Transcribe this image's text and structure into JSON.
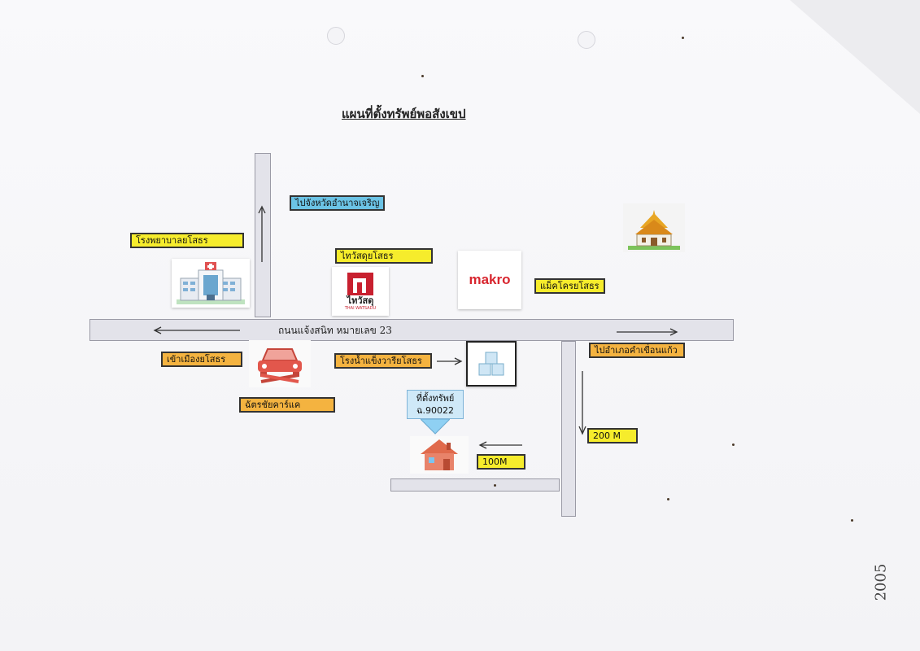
{
  "title": "แผนที่ตั้งทรัพย์พอสังเขป",
  "main_road": {
    "label": "ถนนแจ้งสนิท หมายเลข 23"
  },
  "labels": {
    "to_province": "ไปจังหวัดอำนาจเจริญ",
    "hospital": "โรงพยาบาลยโสธร",
    "thaiwatsadu": "ไทวัสดุยโสธร",
    "makro": "แม็คโครยโสธร",
    "to_district": "ไปอำเภอคำเขื่อนแก้ว",
    "into_city": "เข้าเมืองยโสธร",
    "ice_factory": "โรงน้ำแข็งวารียโสธร",
    "car_shop": "ฉัตรชัยคาร์แค",
    "dist_200": "200 M",
    "dist_100": "100M"
  },
  "property": {
    "line1": "ที่ตั้งทรัพย์",
    "line2": "ฉ.90022"
  },
  "logos": {
    "makro": "makro",
    "thaiwatsadu": "ไทวัสดุ",
    "thaiwatsadu_sub": "THAI WATSADU"
  },
  "handwriting": "2005",
  "icons": [
    "hospital-icon",
    "thaiwatsadu-logo",
    "makro-logo",
    "temple-icon",
    "car-repair-icon",
    "ice-icon",
    "house-icon"
  ]
}
